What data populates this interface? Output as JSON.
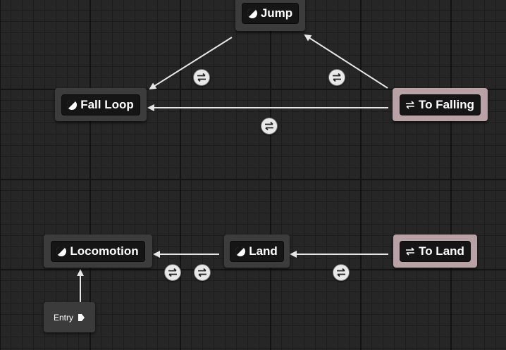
{
  "graph": {
    "states": {
      "jump": "Jump",
      "fall_loop": "Fall Loop",
      "to_falling": "To Falling",
      "locomotion": "Locomotion",
      "land": "Land",
      "to_land": "To Land"
    },
    "entry": "Entry",
    "icons": {
      "state": "state-icon",
      "conduit": "conduit-icon",
      "transition": "transition-rule-icon",
      "entry_exec": "exec-pin-icon"
    },
    "colors": {
      "background": "#262626",
      "node": "#3c3c3c",
      "conduit": "#b8a2a6",
      "wire": "#e6e6e6"
    }
  }
}
